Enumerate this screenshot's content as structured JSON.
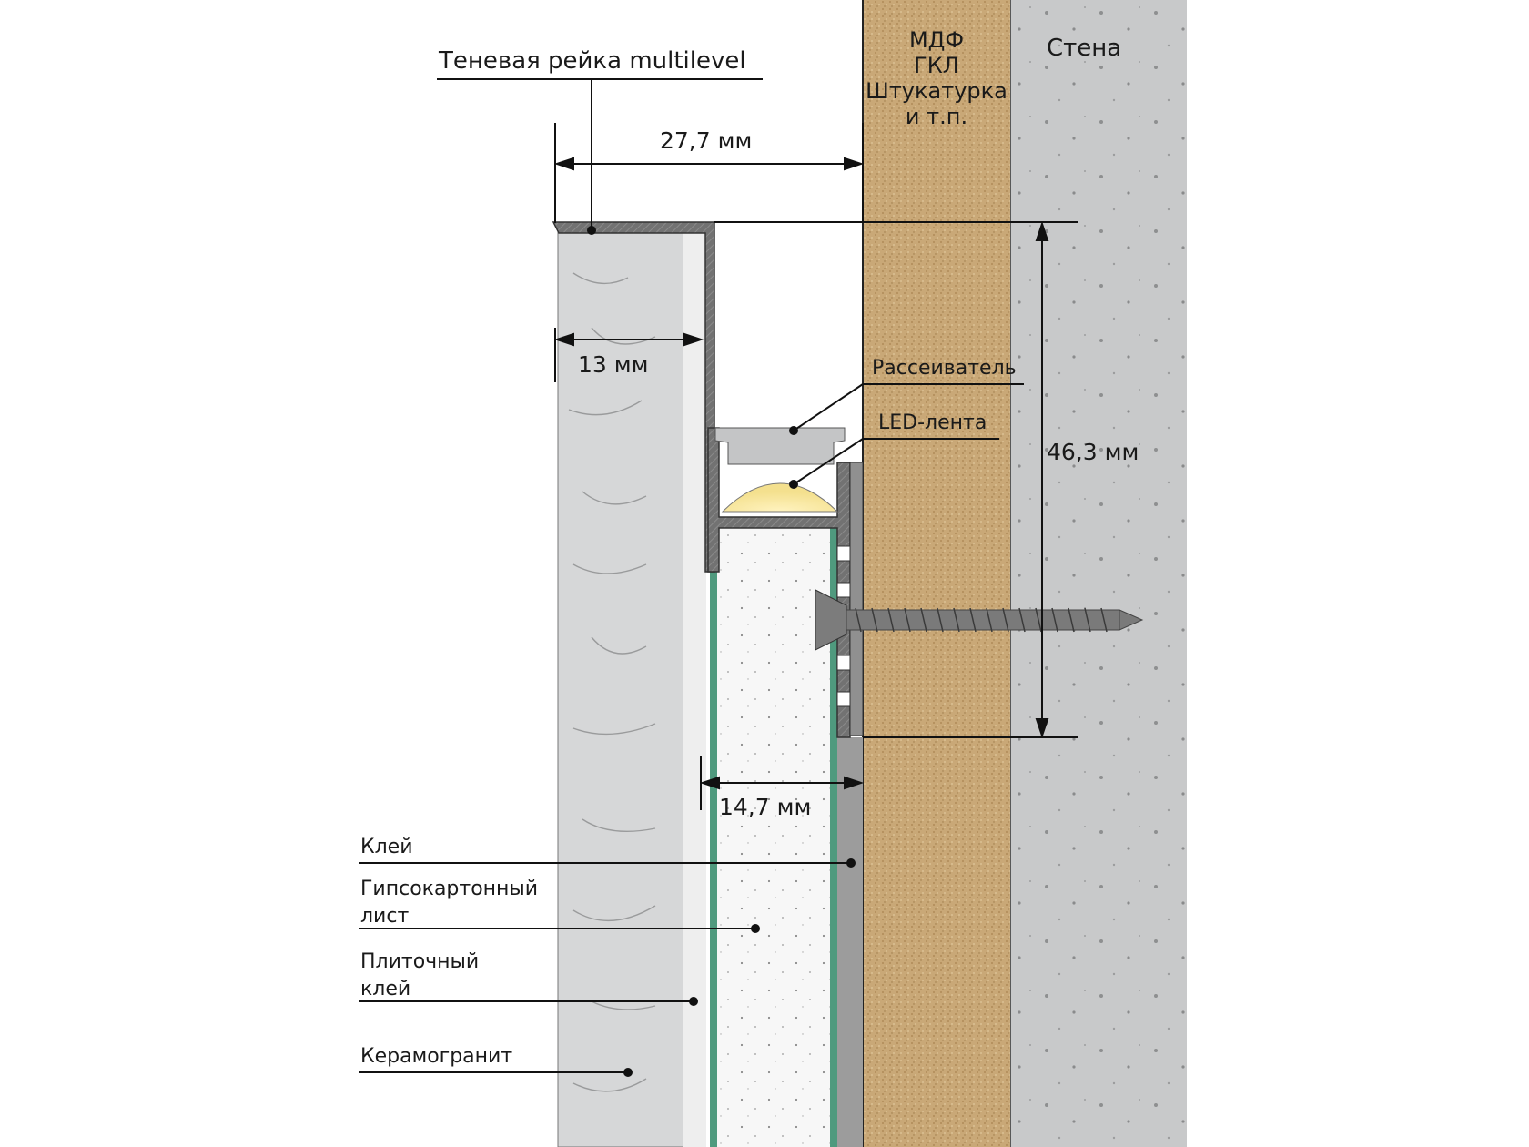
{
  "title_callout": "Теневая рейка multilevel",
  "layers": {
    "substrate": [
      "МДФ",
      "ГКЛ",
      "Штукатурка",
      "и т.п."
    ],
    "wall": "Стена"
  },
  "dimensions": {
    "width_total": "27,7 мм",
    "tile_depth": "13 мм",
    "height": "46,3 мм",
    "channel_width": "14,7 мм"
  },
  "callouts": {
    "diffuser": "Рассеиватель",
    "led_strip": "LED-лента",
    "glue": "Клей",
    "drywall_line1": "Гипсокартонный",
    "drywall_line2": "лист",
    "tile_glue_line1": "Плиточный",
    "tile_glue_line2": "клей",
    "porcelain": "Керамогранит"
  },
  "colors": {
    "profile": "#6e6e6e",
    "substrate": "#c9a877",
    "wall": "#c8c9ca",
    "tile": "#d6d7d8",
    "drywall_edge": "#4f9a7e",
    "led_glow": "#f6e7a8"
  }
}
